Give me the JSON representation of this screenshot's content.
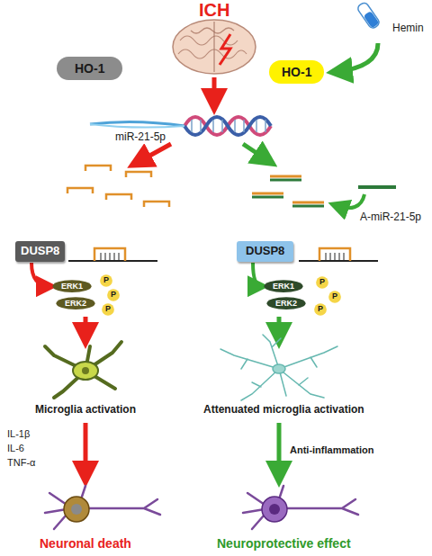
{
  "diagram": {
    "nodes": [
      {
        "text": [
          "HO-1"
        ]
      },
      {
        "text": [
          "HO-1"
        ]
      },
      {
        "text": [
          "DUSP8"
        ]
      },
      {
        "text": [
          "ERK1"
        ]
      },
      {
        "text": [
          "ERK2"
        ]
      },
      {
        "text": [
          "P"
        ]
      },
      {
        "text": [
          "P"
        ]
      },
      {
        "text": [
          "P"
        ]
      },
      {
        "text": [
          "DUSP8"
        ]
      },
      {
        "text": [
          "ERK1"
        ]
      },
      {
        "text": [
          "ERK2"
        ]
      },
      {
        "text": [
          "P"
        ]
      },
      {
        "text": [
          "P"
        ]
      },
      {
        "text": [
          "P"
        ]
      }
    ],
    "edges": [
      {
        "from": 2,
        "to": 3,
        "arrow": "to"
      },
      {
        "from": 8,
        "to": 9,
        "arrow": "to"
      }
    ],
    "labels": [
      "ICH",
      "Hemin",
      "miR-21-5p",
      "A-miR-21-5p",
      "Microglia activation",
      "IL-1β",
      "IL-6",
      "TNF-α",
      "Neuronal death",
      "Attenuated microglia activation",
      "Anti-inflammation",
      "Neuroprotective effect"
    ]
  }
}
